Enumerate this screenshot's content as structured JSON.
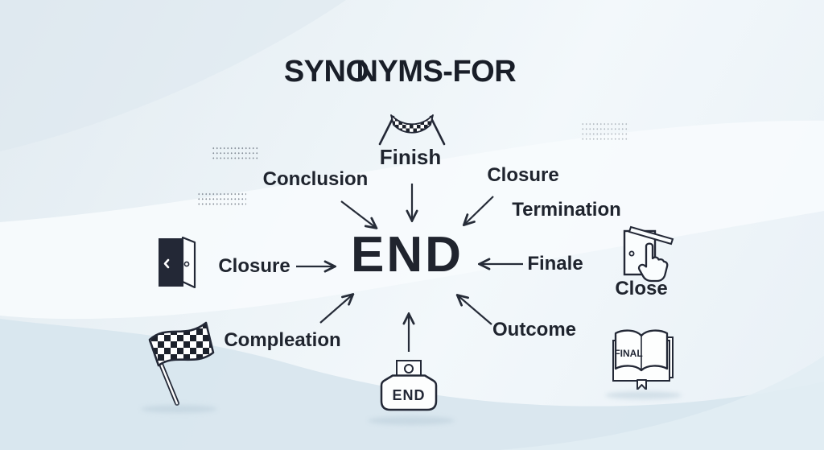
{
  "title": {
    "part1": "SYNO",
    "part2": "NYMS-FOR"
  },
  "center": {
    "word": "END"
  },
  "synonyms": {
    "finish": "Finish",
    "conclusion": "Conclusion",
    "closure_top": "Closure",
    "termination": "Termination",
    "closure_left": "Closure",
    "finale": "Finale",
    "completion": "Compleation",
    "outcome": "Outcome"
  },
  "captions": {
    "close": "Close"
  },
  "icon_texts": {
    "book": "FINAL",
    "badge": "END"
  },
  "icons": [
    "open-door-icon",
    "checkered-flag-icon",
    "finish-banner-icon",
    "close-sign-hand-icon",
    "final-book-icon",
    "end-badge-icon"
  ],
  "colors": {
    "ink": "#20242e",
    "background_top": "#ecf3f7",
    "background_wave": "#f7fbfd",
    "background_bottom": "#d8e6ee"
  }
}
